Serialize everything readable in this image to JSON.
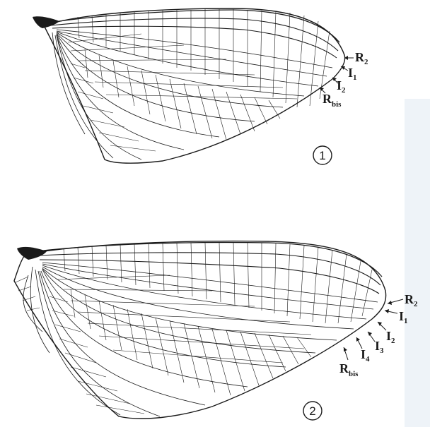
{
  "figures": [
    {
      "number": "1",
      "labels": [
        {
          "main": "R",
          "sub": "2"
        },
        {
          "main": "I",
          "sub": "1"
        },
        {
          "main": "I",
          "sub": "2"
        },
        {
          "main": "R",
          "sub": "bis"
        }
      ]
    },
    {
      "number": "2",
      "labels": [
        {
          "main": "R",
          "sub": "2"
        },
        {
          "main": "I",
          "sub": "1"
        },
        {
          "main": "I",
          "sub": "2"
        },
        {
          "main": "I",
          "sub": "3"
        },
        {
          "main": "I",
          "sub": "4"
        },
        {
          "main": "R",
          "sub": "bis"
        }
      ]
    }
  ],
  "colors": {
    "ink": "#1a1a1a",
    "background": "#ffffff",
    "edge_tint": "#eef3f8"
  }
}
